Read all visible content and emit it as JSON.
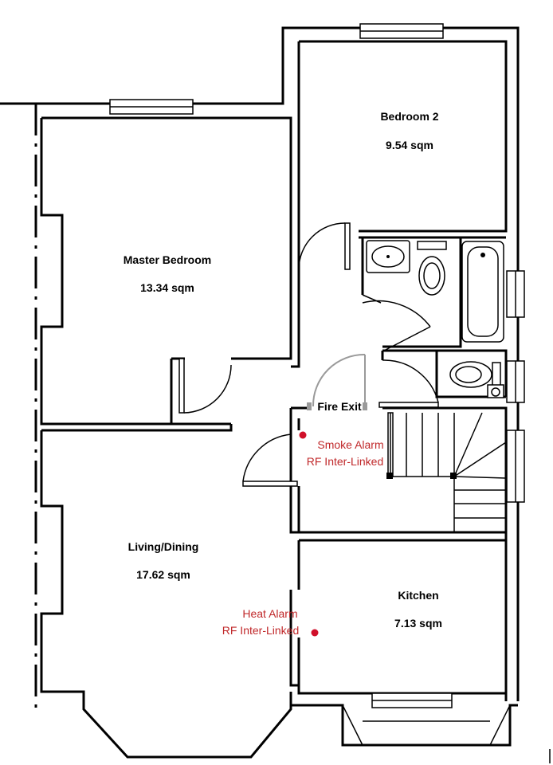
{
  "rooms": {
    "bedroom2": {
      "name": "Bedroom 2",
      "area": "9.54 sqm"
    },
    "master_bedroom": {
      "name": "Master Bedroom",
      "area": "13.34 sqm"
    },
    "living_dining": {
      "name": "Living/Dining",
      "area": "17.62 sqm"
    },
    "kitchen": {
      "name": "Kitchen",
      "area": "7.13 sqm"
    }
  },
  "labels": {
    "fire_exit": "Fire Exit"
  },
  "alarms": {
    "smoke": {
      "line1": "Smoke Alarm",
      "line2": "RF Inter-Linked"
    },
    "heat": {
      "line1": "Heat Alarm",
      "line2": "RF Inter-Linked"
    }
  },
  "colors": {
    "wall": "#000000",
    "alarm": "#c0282a",
    "fire_door": "#9a9a9a",
    "background": "#ffffff"
  }
}
